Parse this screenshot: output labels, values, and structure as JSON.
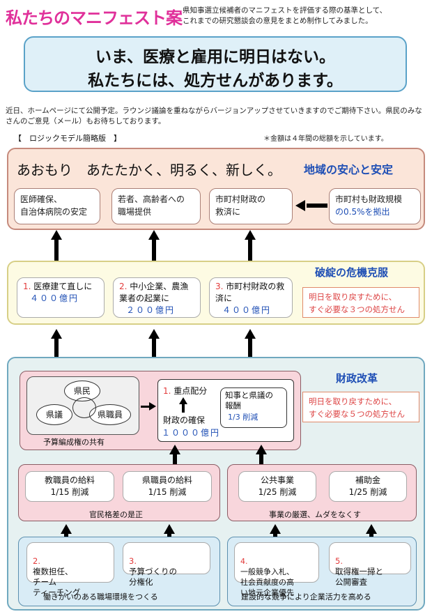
{
  "header": {
    "title": "私たちのマニフェスト案",
    "intro": "県知事選立候補者のマニフェストを評価する際の基準として、\nこれまでの研究懇談会の意見をまとめ制作してみました。"
  },
  "headline": {
    "line1": "いま、医療と雇用に明日はない。",
    "line2": "私たちには、処方せんがあります。"
  },
  "notice": "近日、ホームページにて公開予定。ラウンジ議論を重ねながらバージョンアップさせていきますのでご期待下さい。県民のみなさんのご意見（メール）もお待ちしております。",
  "logic_label": "【　ロジックモデル簡略版　】",
  "amount_note": "＊金額は４年間の総額を示しています。",
  "top": {
    "title": "あおもり　あたたかく、明るく、新しく。",
    "subtitle": "地域の安心と安定",
    "boxes": [
      "医師確保、\n自治体病院の安定",
      "若者、高齢者への\n職場提供",
      "市町村財政の\n救済に"
    ],
    "funding_line1": "市町村も財政規模",
    "funding_pct": "の0.5%を拠出"
  },
  "crisis": {
    "title": "破綻の危機克服",
    "items": [
      {
        "num": "1.",
        "label": "医療建て直しに",
        "amount": "４００億円"
      },
      {
        "num": "2.",
        "label": "中小企業、農漁\n業者の起業に",
        "amount": "２００億円"
      },
      {
        "num": "3.",
        "label": "市町村財政の救\n済に",
        "amount": "４００億円"
      }
    ],
    "note": "明日を取り戻すために、\nすぐ必要な３つの処方せん"
  },
  "finance": {
    "title": "財政改革",
    "note": "明日を取り戻すために、\nすぐ必要な５つの処方せん",
    "circles": {
      "top": "県民",
      "left": "県議",
      "right": "県職員"
    },
    "budget_share": "予算編成権の共有",
    "priority": {
      "num": "1.",
      "label": "重点配分",
      "secure": "財政の確保",
      "amount": "１０００億円"
    },
    "cut": {
      "label": "知事と県議の\n報酬",
      "amount": "1/3 削減"
    },
    "left_group": {
      "items": [
        {
          "label": "教職員の給料",
          "amount": "1/15 削減"
        },
        {
          "label": "県職員の給料",
          "amount": "1/15 削減"
        }
      ],
      "caption": "官民格差の是正"
    },
    "right_group": {
      "items": [
        {
          "label": "公共事業",
          "amount": "1/25 削減"
        },
        {
          "label": "補助金",
          "amount": "1/25 削減"
        }
      ],
      "caption": "事業の厳選、ムダをなくす"
    },
    "bottom_left": {
      "items": [
        {
          "num": "2.",
          "label": "複数担任、\nチーム\nティーチング"
        },
        {
          "num": "3.",
          "label": "予算づくりの\n分権化"
        }
      ],
      "caption": "働きがいのある職場環境をつくる"
    },
    "bottom_right": {
      "items": [
        {
          "num": "4.",
          "label": "一般競争入札、\n社会貢献度の高\nい地元企業優先"
        },
        {
          "num": "5.",
          "label": "取得権一掃と\n公開審査"
        }
      ],
      "caption": "建設的な競争により企業活力を高める"
    }
  }
}
